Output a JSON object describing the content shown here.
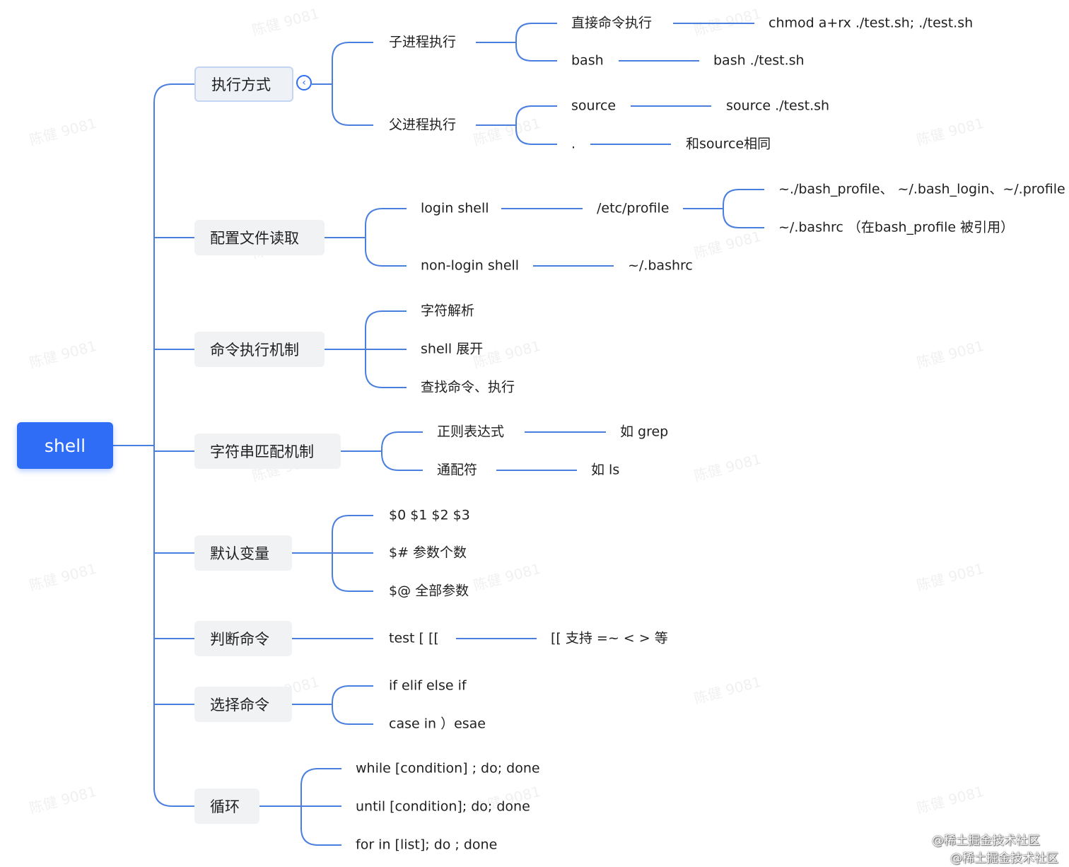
{
  "root": {
    "label": "shell"
  },
  "categories": [
    {
      "key": "exec",
      "label": "执行方式"
    },
    {
      "key": "config",
      "label": "配置文件读取"
    },
    {
      "key": "mechanism",
      "label": "命令执行机制"
    },
    {
      "key": "match",
      "label": "字符串匹配机制"
    },
    {
      "key": "vars",
      "label": "默认变量"
    },
    {
      "key": "test",
      "label": "判断命令"
    },
    {
      "key": "select",
      "label": "选择命令"
    },
    {
      "key": "loop",
      "label": "循环"
    }
  ],
  "exec": {
    "child": {
      "label": "子进程执行",
      "items": [
        {
          "label": "直接命令执行",
          "detail": "chmod a+rx ./test.sh; ./test.sh"
        },
        {
          "label": "bash",
          "detail": "bash ./test.sh"
        }
      ]
    },
    "parent": {
      "label": "父进程执行",
      "items": [
        {
          "label": "source",
          "detail": "source ./test.sh"
        },
        {
          "label": ".",
          "detail": "和source相同"
        }
      ]
    }
  },
  "config": {
    "login": {
      "label": "login shell",
      "detail": "/etc/profile",
      "sub": [
        "~./bash_profile、 ~/.bash_login、~/.profile",
        "~/.bashrc （在bash_profile 被引用）"
      ]
    },
    "nonlogin": {
      "label": "non-login shell",
      "detail": "~/.bashrc"
    }
  },
  "mechanism": {
    "items": [
      "字符解析",
      "shell 展开",
      "查找命令、执行"
    ]
  },
  "match": {
    "items": [
      {
        "label": "正则表达式",
        "detail": "如 grep"
      },
      {
        "label": "通配符",
        "detail": "如 ls"
      }
    ]
  },
  "vars": {
    "items": [
      "$0 $1 $2 $3",
      "$# 参数个数",
      "$@  全部参数"
    ]
  },
  "test": {
    "label": "test [  [[",
    "detail": "[[ 支持 =~  <  > 等"
  },
  "select": {
    "items": [
      "if elif  else if",
      "case in  ）esae"
    ]
  },
  "loop": {
    "items": [
      "while  [condition] ; do;  done",
      "until [condition]; do; done",
      "for in [list]; do ; done"
    ]
  },
  "watermark": "陈健 9081",
  "credits": [
    "@稀土掘金技术社区",
    "@稀土掘金技术社区"
  ],
  "colors": {
    "accent": "#2f6df6",
    "connector": "#4a7fe0",
    "node_bg": "#f1f2f4"
  },
  "icons": {
    "collapse": "chevron-left-icon"
  }
}
